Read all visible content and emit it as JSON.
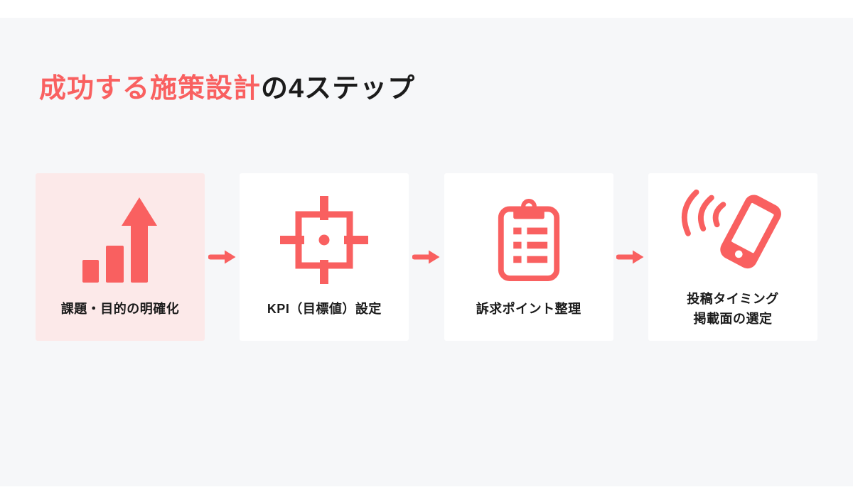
{
  "title": {
    "highlight": "成功する施策設計",
    "rest": "の4ステップ"
  },
  "steps": [
    {
      "lines": [
        "課題・目的の明確化"
      ],
      "icon": "bar-chart-growth-icon",
      "highlighted": true
    },
    {
      "lines": [
        "KPI（目標値）設定"
      ],
      "icon": "target-crosshair-icon",
      "highlighted": false
    },
    {
      "lines": [
        "訴求ポイント整理"
      ],
      "icon": "clipboard-list-icon",
      "highlighted": false
    },
    {
      "lines": [
        "投稿タイミング",
        "掲載面の選定"
      ],
      "icon": "smartphone-signal-icon",
      "highlighted": false
    }
  ],
  "connector_icon": "right-arrow-icon",
  "colors": {
    "accent": "#F96060",
    "highlight_card_bg": "#FCE9E9",
    "card_bg": "#FFFFFF",
    "panel_bg": "#F6F7F9",
    "page_bg": "#FFFFFF",
    "text": "#1B1B1B"
  }
}
